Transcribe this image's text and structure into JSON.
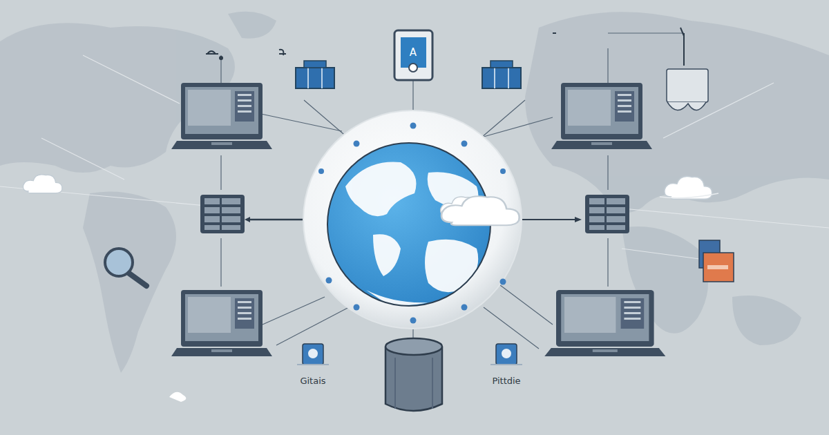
{
  "diagram": {
    "labels": [
      "A",
      "Gitais",
      "Pittdie"
    ]
  }
}
